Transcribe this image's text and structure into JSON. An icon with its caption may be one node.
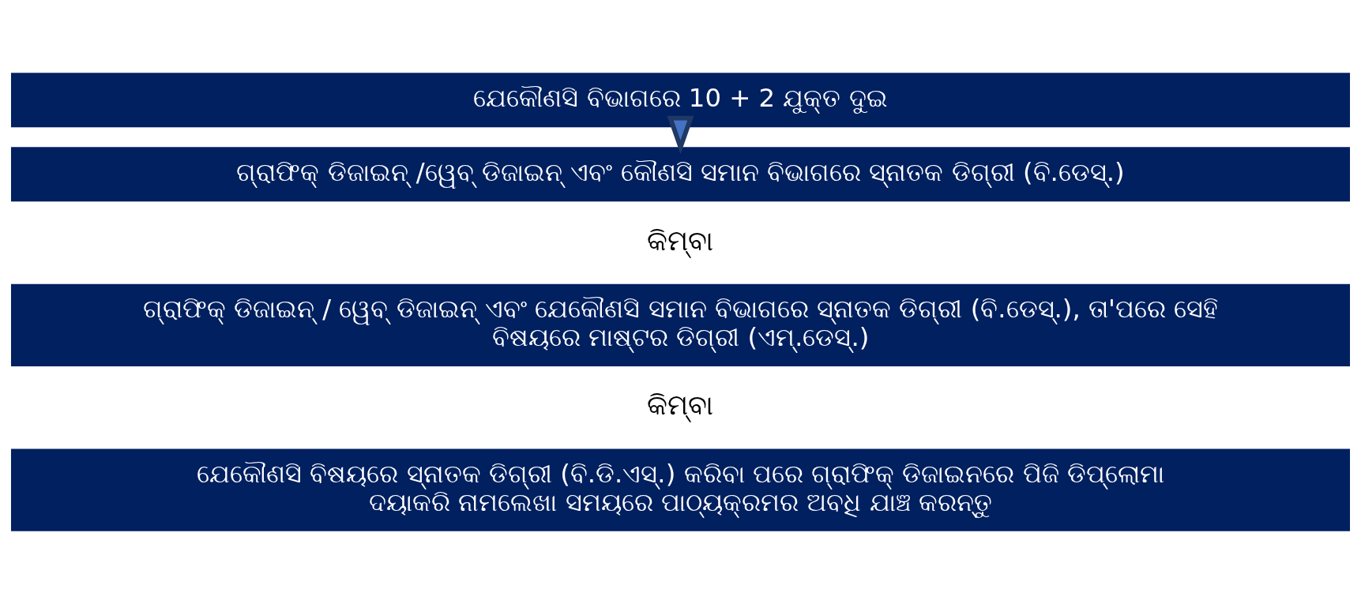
{
  "diagram": {
    "nodes": [
      {
        "text": [
          "ଯେକୌଣସି ବିଭାଗରେ 10 + 2 ଯୁକ୍ତ ଦୁଇ"
        ]
      },
      {
        "text": [
          "ଗ୍ରାଫିକ୍ ଡିଜାଇନ୍ /ୱେବ୍ ଡିଜାଇନ୍ ଏବଂ କୌଣସି ସମାନ ବିଭାଗରେ ସ୍ନାତକ ଡିଗ୍ରୀ (ବି.ଡେସ୍.)"
        ]
      },
      {
        "text": [
          "ଗ୍ରାଫିକ୍ ଡିଜାଇନ୍ / ୱେବ୍ ଡିଜାଇନ୍ ଏବଂ ଯେକୌଣସି ସମାନ ବିଭାଗରେ ସ୍ନାତକ ଡିଗ୍ରୀ (ବି.ଡେସ୍.), ତା'ପରେ ସେହି ବିଷୟରେ ମାଷ୍ଟର ଡିଗ୍ରୀ (ଏମ୍.ଡେସ୍.)"
        ]
      },
      {
        "text": [
          "ଯେକୌଣସି ବିଷୟରେ ସ୍ନାତକ ଡିଗ୍ରୀ (ବି.ଡି.ଏସ୍.) କରିବା ପରେ ଗ୍ରାଫିକ୍ ଡିଜାଇନରେ ପିଜି ଡିପ୍ଲୋମା",
          "ଦୟାକରି ନାମଲେଖା ସମୟରେ ପାଠ୍ୟକ୍ରମର ଅବଧି ଯାଞ୍ଚ କରନ୍ତୁ"
        ]
      }
    ],
    "edges": [
      {
        "from": 0,
        "to": 1,
        "arrow": "to"
      }
    ],
    "labels": [
      "କିମ୍ବା",
      "କିମ୍ବା"
    ]
  }
}
